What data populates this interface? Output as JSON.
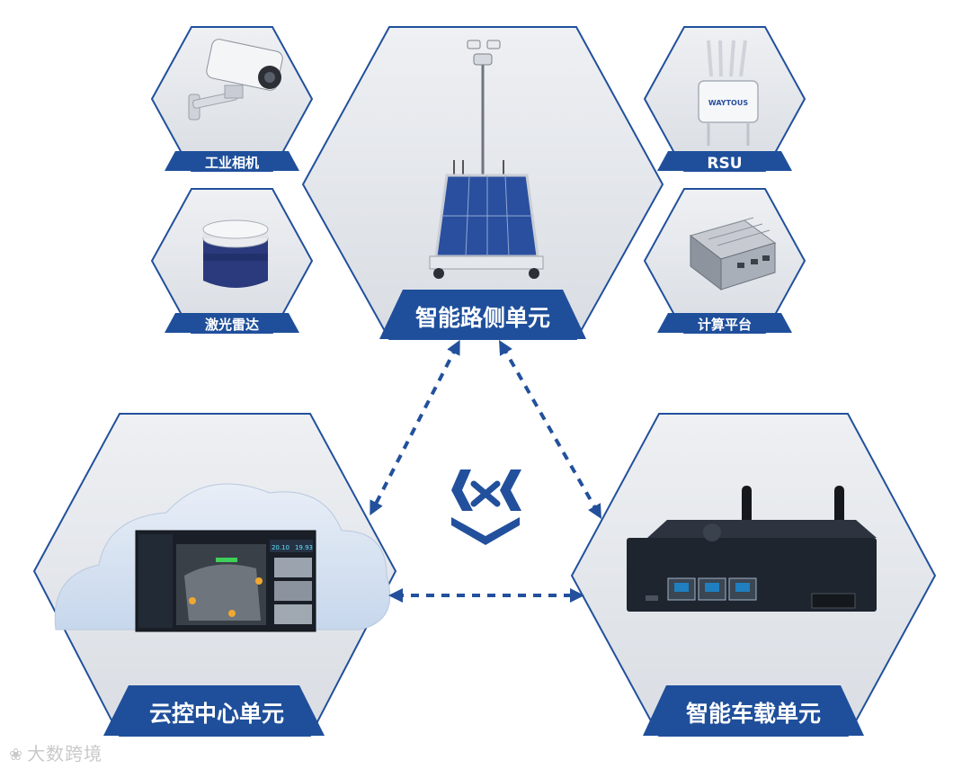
{
  "nodes": {
    "camera": {
      "label": "工业相机"
    },
    "lidar": {
      "label": "激光雷达"
    },
    "roadside": {
      "label": "智能路侧单元"
    },
    "rsu": {
      "label": "RSU",
      "device_text": "WAYTOUS"
    },
    "compute": {
      "label": "计算平台"
    },
    "cloud": {
      "label": "云控中心单元",
      "screen_values": [
        "20.10",
        "19.93"
      ]
    },
    "vehicle": {
      "label": "智能车载单元"
    }
  },
  "watermark": {
    "text": "大数跨境"
  },
  "colors": {
    "accent": "#1f4f9b",
    "hex_fill": "#e6e8ec",
    "hex_stroke": "#22509c",
    "arrow": "#22509c",
    "cloud": "#dbe6f4"
  },
  "icons": {
    "center": "exchange-logo-icon",
    "watermark": "chat-bubble-icon"
  }
}
